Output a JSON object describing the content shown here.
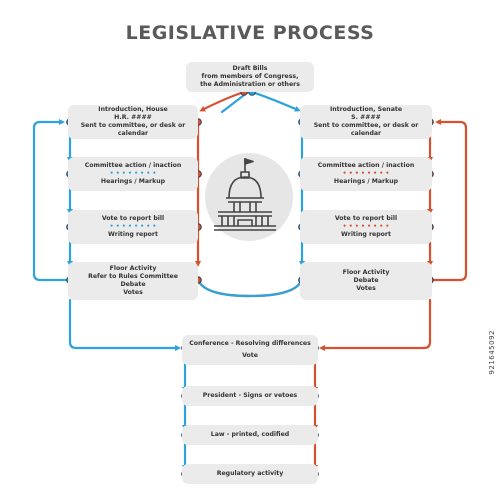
{
  "title": "LEGISLATIVE PROCESS",
  "colors": {
    "house": "#2ea3db",
    "senate": "#d5512f",
    "box": "#ebebeb",
    "dot": "#2b3b55",
    "text": "#333333"
  },
  "draft": {
    "line1": "Draft Bills",
    "line2": "from members of Congress,",
    "line3": "the Administration or others"
  },
  "house": {
    "intro": {
      "line1": "Introduction, House",
      "line2": "H.R. ####",
      "line3": "Sent to committee, or desk or calendar"
    },
    "committee": {
      "line1": "Committee action / inaction",
      "line2": "Hearings / Markup"
    },
    "vote": {
      "line1": "Vote to report bill",
      "line2": "Writing report"
    },
    "floor": {
      "line1": "Floor Activity",
      "line2": "Refer to Rules Committee",
      "line3": "Debate",
      "line4": "Votes"
    }
  },
  "senate": {
    "intro": {
      "line1": "Introduction, Senate",
      "line2": "S. ####",
      "line3": "Sent to committee, or desk or calendar"
    },
    "committee": {
      "line1": "Committee action / inaction",
      "line2": "Hearings / Markup"
    },
    "vote": {
      "line1": "Vote to report bill",
      "line2": "Writing report"
    },
    "floor": {
      "line1": "Floor Activity",
      "line2": "Debate",
      "line3": "Votes"
    }
  },
  "conference": {
    "line1": "Conference - Resolving differences",
    "line2": "Vote"
  },
  "president": {
    "label": "President - Signs or vetoes"
  },
  "law": {
    "label": "Law - printed, codified"
  },
  "regulatory": {
    "label": "Regulatory activity"
  },
  "icons": {
    "center": "capitol-icon"
  },
  "watermark": "921645092"
}
